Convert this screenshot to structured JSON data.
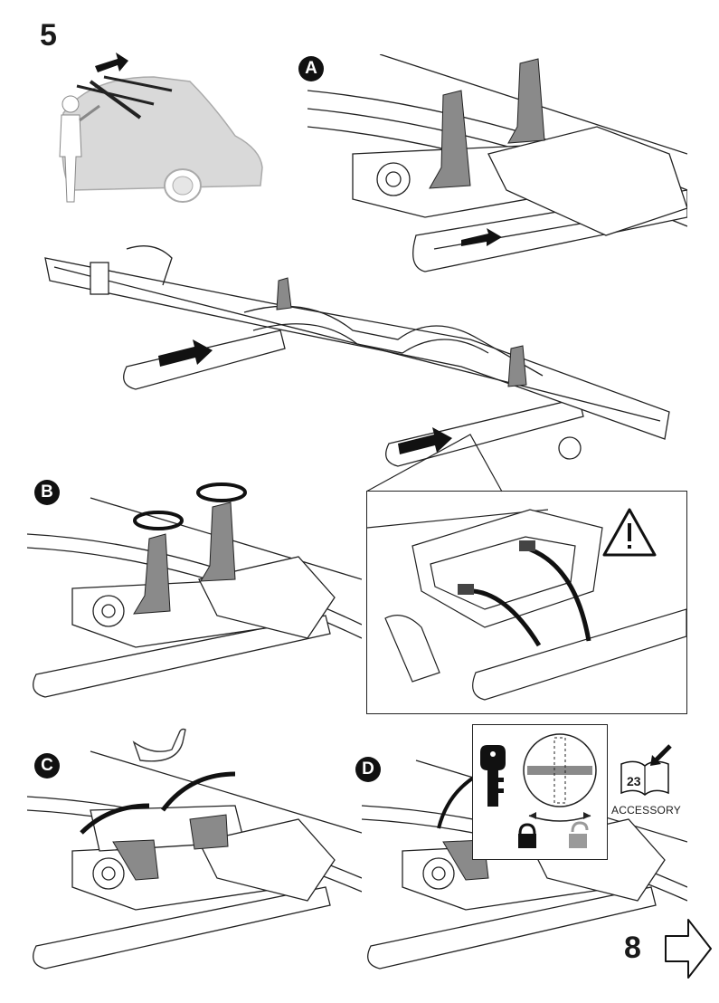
{
  "step_number": "5",
  "page_number": "8",
  "panels": {
    "a": {
      "badge": "A"
    },
    "b": {
      "badge": "B"
    },
    "c": {
      "badge": "C"
    },
    "d": {
      "badge": "D"
    }
  },
  "accessory": {
    "page_ref": "23",
    "label": "ACCESSORY"
  },
  "icons": {
    "warning": "warning-triangle-icon",
    "key": "key-icon",
    "lock_closed": "lock-closed-icon",
    "lock_open": "lock-open-icon",
    "next_page": "next-page-arrow-icon",
    "rotate": "rotate-arrow-icon"
  },
  "colors": {
    "ink": "#1a1a1a",
    "grey_shade": "#cfcfcf",
    "dark_part": "#6e6e6e",
    "lock_open_grey": "#9a9a9a"
  }
}
